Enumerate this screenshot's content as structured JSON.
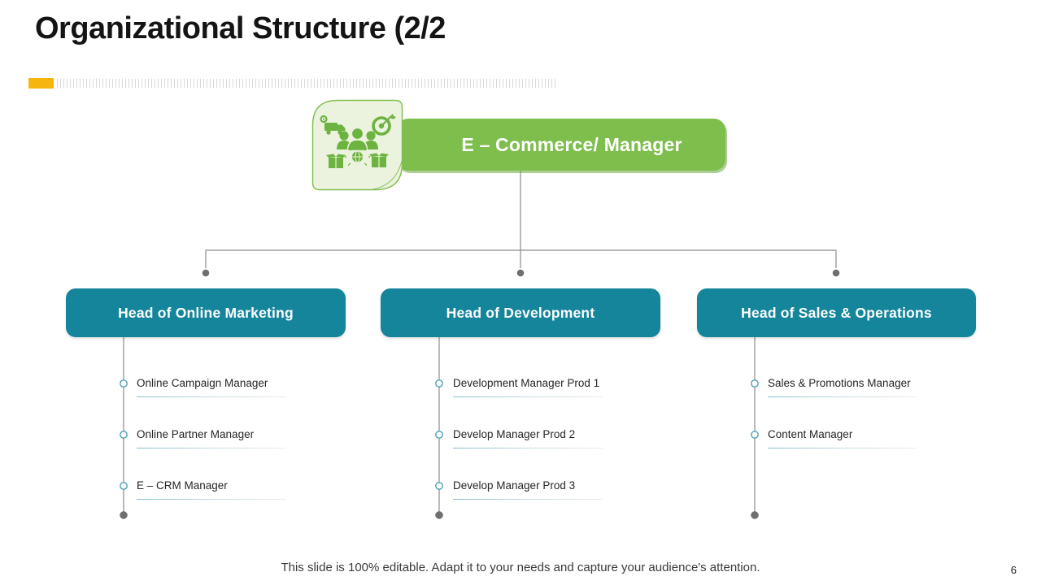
{
  "slide": {
    "title": "Organizational Structure (2/2",
    "footer": "This slide is 100% editable. Adapt it to your needs and capture your audience's attention.",
    "page_number": "6"
  },
  "colors": {
    "green": "#7ebe4c",
    "green_icon": "#6db33f",
    "tile_bg": "#ebf3df",
    "teal": "#15859b",
    "accent_yellow": "#f7b60d",
    "line_gray": "#8c8c8c",
    "dot_gray": "#6f6f6f",
    "marker_ring_teal": "#4d9fb5"
  },
  "chart": {
    "root": {
      "label": "E – Commerce/ Manager",
      "icon": "ecommerce-distribution-icon"
    },
    "branches": [
      {
        "label": "Head of Online Marketing",
        "children": [
          "Online Campaign Manager",
          "Online Partner Manager",
          "E – CRM Manager"
        ]
      },
      {
        "label": "Head of Development",
        "children": [
          "Development Manager Prod 1",
          "Develop Manager Prod 2",
          "Develop Manager Prod 3"
        ]
      },
      {
        "label": "Head of Sales & Operations",
        "children": [
          "Sales & Promotions Manager",
          "Content Manager"
        ]
      }
    ]
  }
}
